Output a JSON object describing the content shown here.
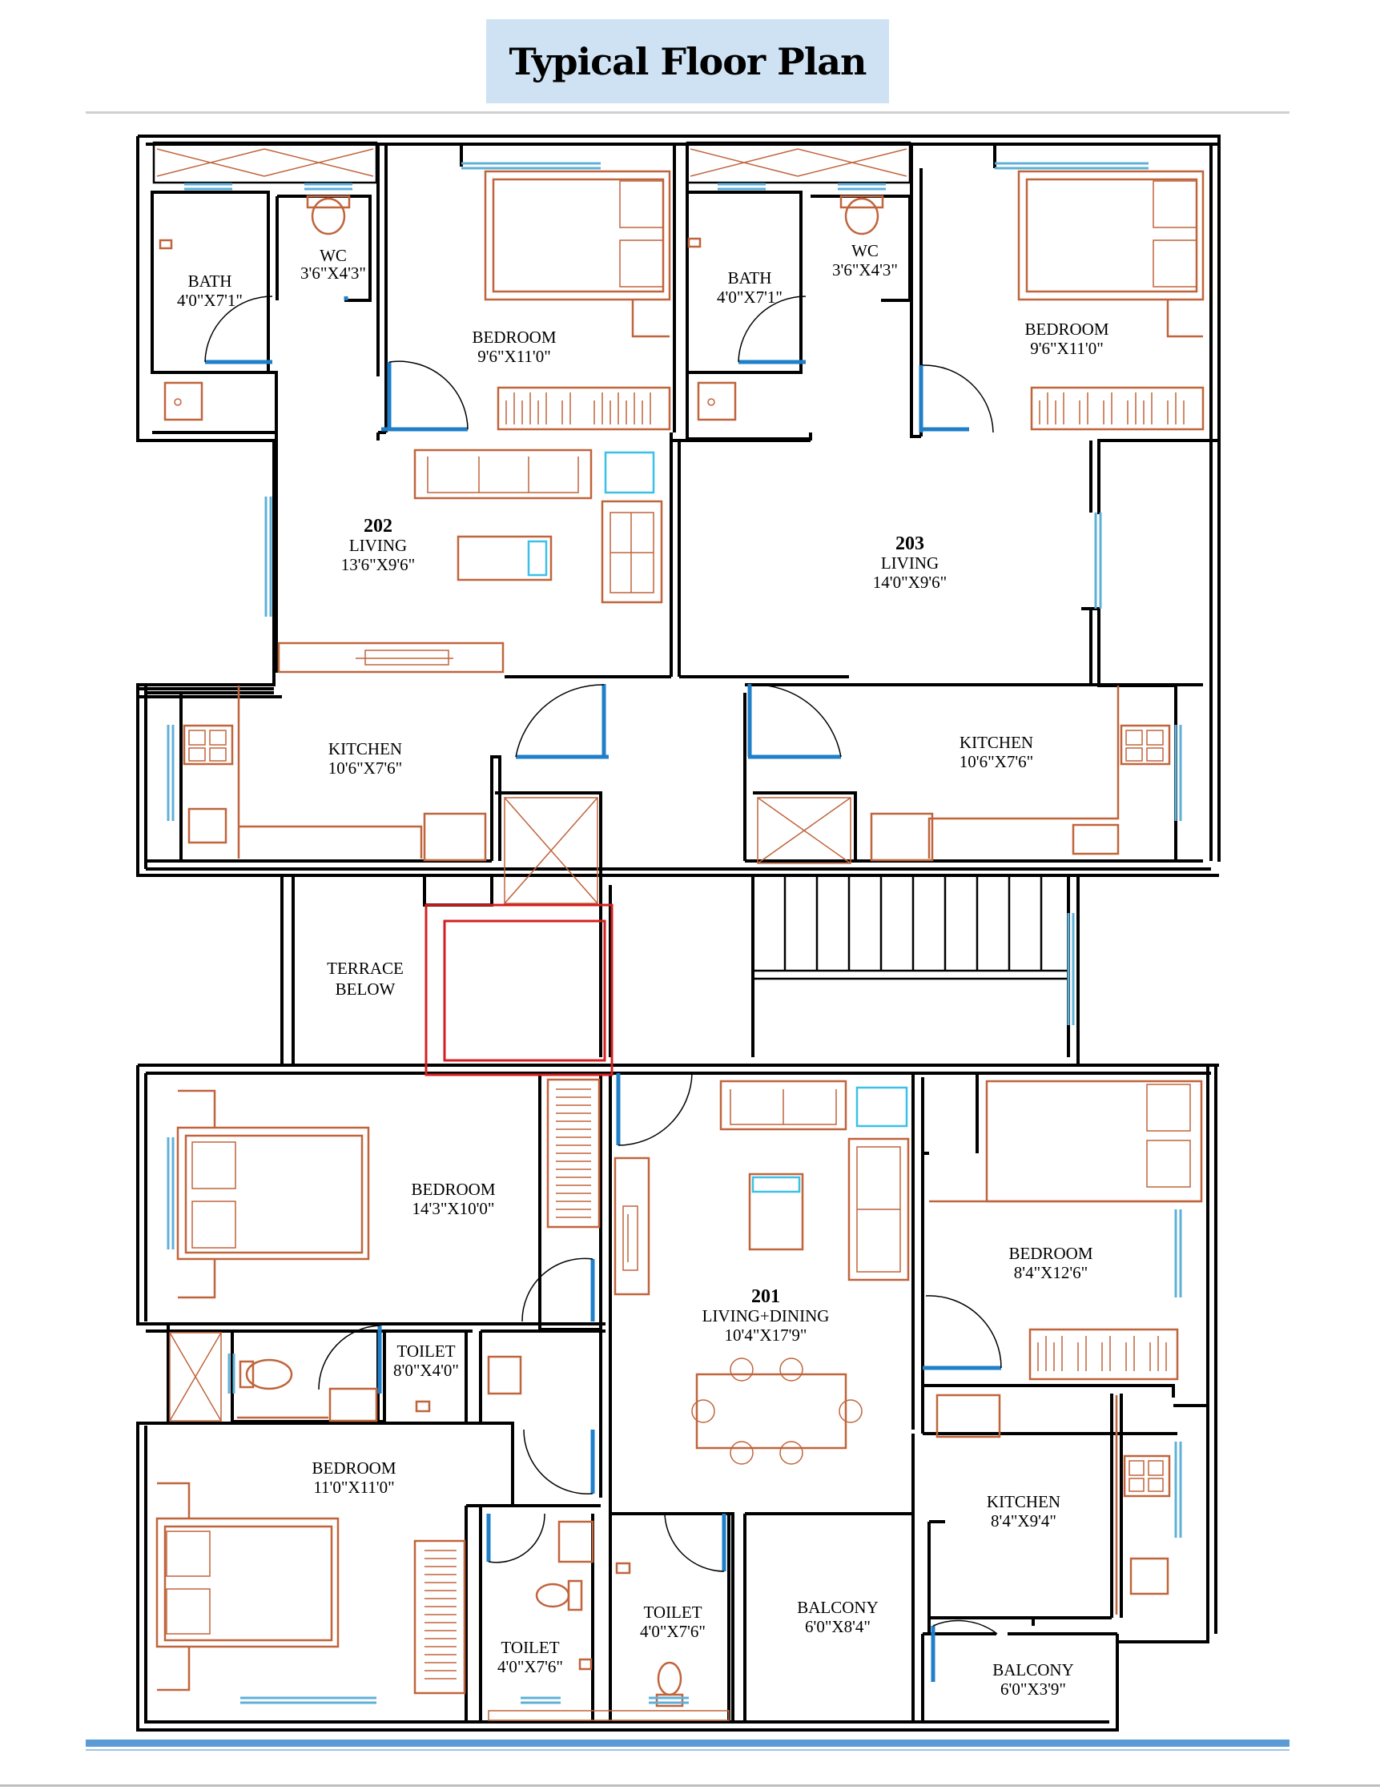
{
  "title": "Typical Floor Plan",
  "rooms": {
    "r202": {
      "number": "202",
      "living_name": "LIVING",
      "living_size": "13'6\"X9'6\""
    },
    "r203": {
      "number": "203",
      "living_name": "LIVING",
      "living_size": "14'0\"X9'6\""
    },
    "r201": {
      "number": "201",
      "living_name": "LIVING+DINING",
      "living_size": "10'4\"X17'9\""
    },
    "bath_l": {
      "name": "BATH",
      "size": "4'0\"X7'1\""
    },
    "wc_l": {
      "name": "WC",
      "size": "3'6\"X4'3\""
    },
    "bed_202": {
      "name": "BEDROOM",
      "size": "9'6\"X11'0\""
    },
    "bath_r": {
      "name": "BATH",
      "size": "4'0\"X7'1\""
    },
    "wc_r": {
      "name": "WC",
      "size": "3'6\"X4'3\""
    },
    "bed_203": {
      "name": "BEDROOM",
      "size": "9'6\"X11'0\""
    },
    "kitchen_l": {
      "name": "KITCHEN",
      "size": "10'6\"X7'6\""
    },
    "kitchen_r": {
      "name": "KITCHEN",
      "size": "10'6\"X7'6\""
    },
    "terrace": {
      "line1": "TERRACE",
      "line2": "BELOW"
    },
    "bed_201a": {
      "name": "BEDROOM",
      "size": "14'3\"X10'0\""
    },
    "toilet_a": {
      "name": "TOILET",
      "size": "8'0\"X4'0\""
    },
    "bed_201b": {
      "name": "BEDROOM",
      "size": "8'4\"X12'6\""
    },
    "bed_201c": {
      "name": "BEDROOM",
      "size": "11'0\"X11'0\""
    },
    "kitchen_201": {
      "name": "KITCHEN",
      "size": "8'4\"X9'4\""
    },
    "toilet_b": {
      "name": "TOILET",
      "size": "4'0\"X7'6\""
    },
    "toilet_c": {
      "name": "TOILET",
      "size": "4'0\"X7'6\""
    },
    "balcony_a": {
      "name": "BALCONY",
      "size": "6'0\"X8'4\""
    },
    "balcony_b": {
      "name": "BALCONY",
      "size": "6'0\"X3'9\""
    }
  },
  "colors": {
    "wall": "#000000",
    "furniture": "#c0643c",
    "window": "#5fb0d8",
    "door": "#1f7fc8",
    "lift": "#d42020",
    "title_bg": "#cfe2f3"
  }
}
